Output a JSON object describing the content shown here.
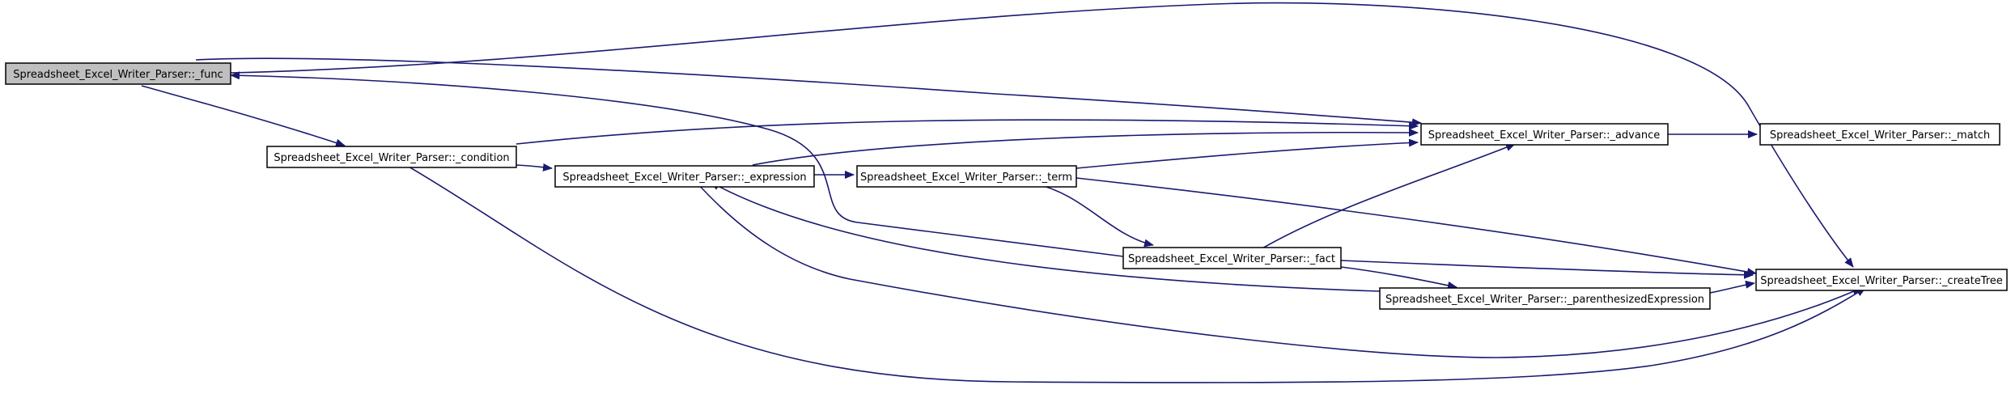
{
  "nodes": {
    "func": "Spreadsheet_Excel_Writer_Parser::_func",
    "condition": "Spreadsheet_Excel_Writer_Parser::_condition",
    "expression": "Spreadsheet_Excel_Writer_Parser::_expression",
    "term": "Spreadsheet_Excel_Writer_Parser::_term",
    "fact": "Spreadsheet_Excel_Writer_Parser::_fact",
    "parenthesized": "Spreadsheet_Excel_Writer_Parser::_parenthesizedExpression",
    "advance": "Spreadsheet_Excel_Writer_Parser::_advance",
    "match": "Spreadsheet_Excel_Writer_Parser::_match",
    "createTree": "Spreadsheet_Excel_Writer_Parser::_createTree"
  },
  "colors": {
    "edge": "#191970",
    "root_fill": "#bfbfbf",
    "node_fill": "#ffffff",
    "node_border": "#000000"
  }
}
